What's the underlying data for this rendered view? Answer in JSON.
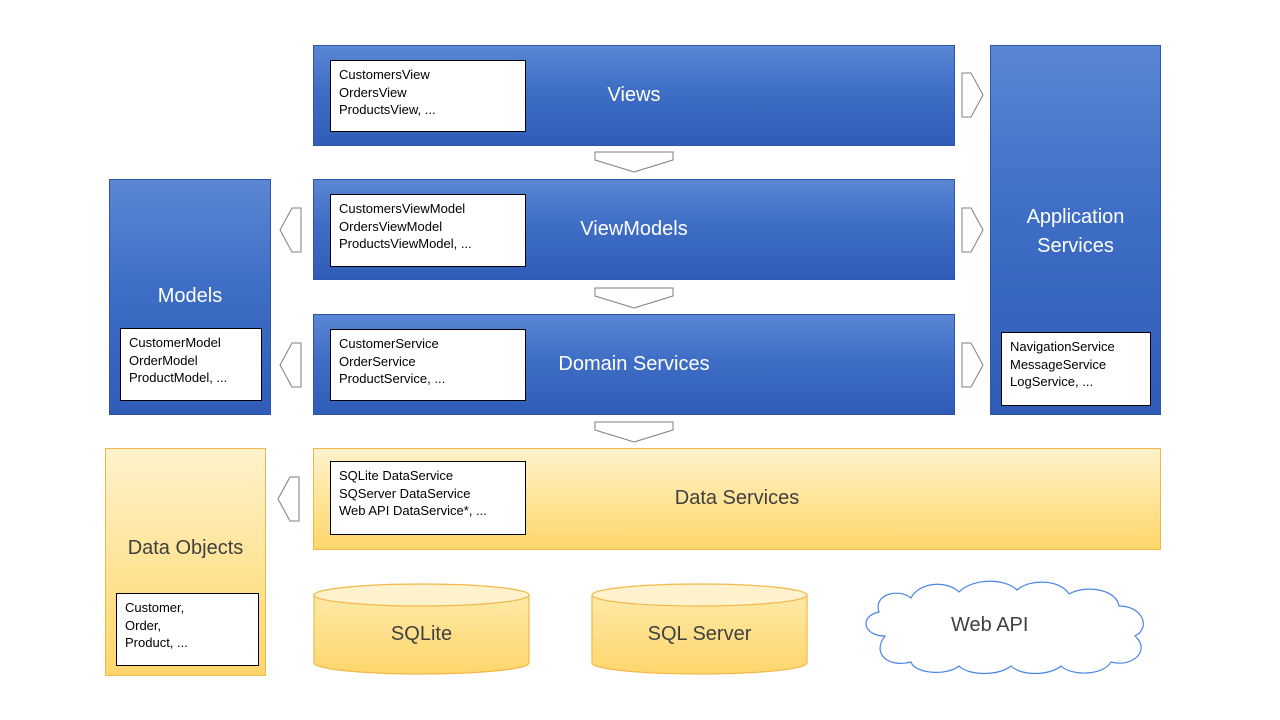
{
  "views": {
    "title": "Views",
    "items": [
      "CustomersView",
      "OrdersView",
      "ProductsView, ..."
    ]
  },
  "viewmodels": {
    "title": "ViewModels",
    "items": [
      "CustomersViewModel",
      "OrdersViewModel",
      "ProductsViewModel, ..."
    ]
  },
  "domain_services": {
    "title": "Domain Services",
    "items": [
      "CustomerService",
      "OrderService",
      "ProductService, ..."
    ]
  },
  "models": {
    "title": "Models",
    "items": [
      "CustomerModel",
      "OrderModel",
      "ProductModel, ..."
    ]
  },
  "application_services": {
    "title_line1": "Application",
    "title_line2": "Services",
    "items": [
      "NavigationService",
      "MessageService",
      "LogService, ..."
    ]
  },
  "data_services": {
    "title": "Data Services",
    "items": [
      "SQLite DataService",
      "SQServer DataService",
      "Web API DataService*, ..."
    ]
  },
  "data_objects": {
    "title": "Data Objects",
    "items": [
      "Customer,",
      "Order,",
      "Product, ..."
    ]
  },
  "storage": {
    "sqlite": "SQLite",
    "sqlserver": "SQL Server",
    "webapi": "Web API"
  },
  "colors": {
    "blue_layer": "#3f6ec6",
    "yellow_layer": "#ffe28f",
    "border_yellow": "#f2b84b"
  }
}
